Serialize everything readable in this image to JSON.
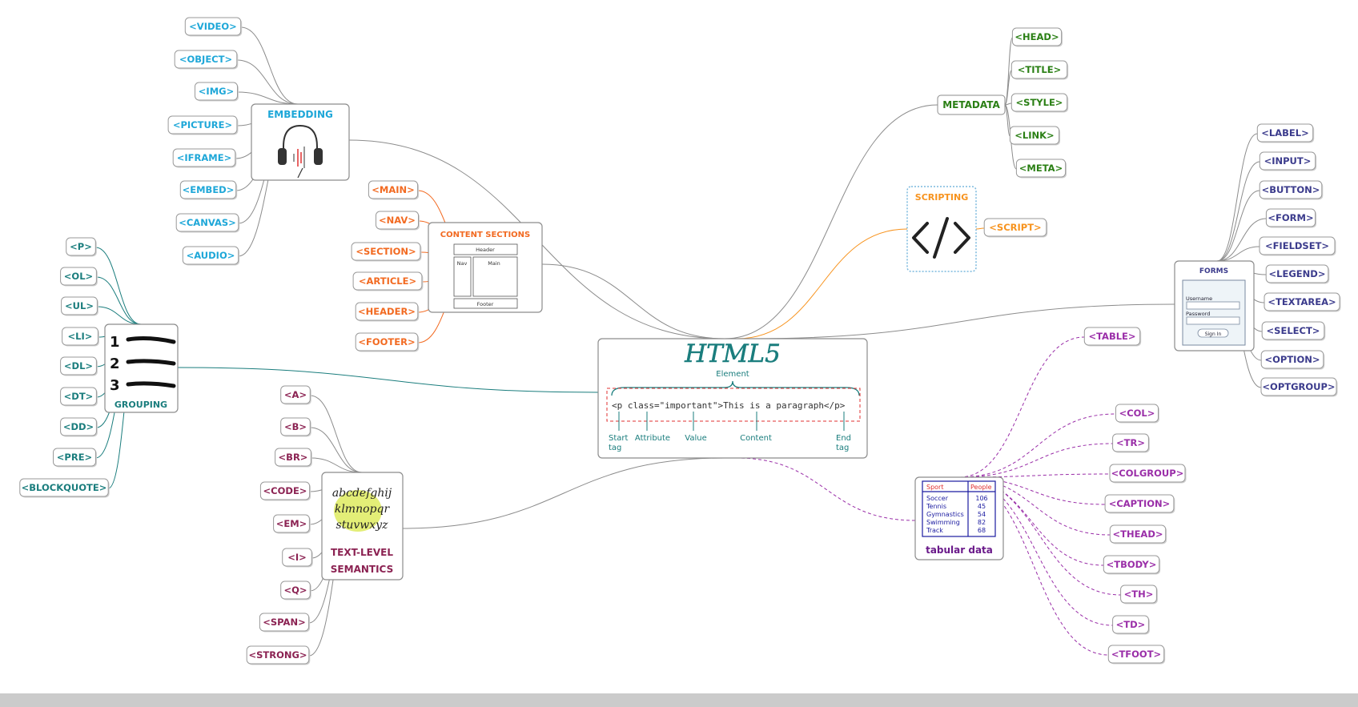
{
  "colors": {
    "embedding": "#1ea7d8",
    "metadata": "#2a7f14",
    "content": "#f26a21",
    "scripting": "#f7931e",
    "grouping": "#1a7d7d",
    "text_level": "#8b2252",
    "forms": "#3b3b8c",
    "tabular": "#9a2ea8",
    "html5": "#1a7d7d"
  },
  "center": {
    "title": "HTML5",
    "element_label": "Element",
    "code_parts": [
      "<p ",
      "class=",
      "\"important\"",
      ">This is a paragraph</p>"
    ],
    "annotations": [
      "Start tag",
      "Attribute",
      "Value",
      "Content",
      "End tag"
    ]
  },
  "embedding": {
    "title": "EMBEDDING",
    "icon": "headphones-icon",
    "leaves": [
      "<VIDEO>",
      "<OBJECT>",
      "<IMG>",
      "<PICTURE>",
      "<IFRAME>",
      "<EMBED>",
      "<CANVAS>",
      "<AUDIO>"
    ]
  },
  "metadata": {
    "title": "METADATA",
    "leaves": [
      "<HEAD>",
      "<TITLE>",
      "<STYLE>",
      "<LINK>",
      "<META>"
    ]
  },
  "content_sections": {
    "title": "CONTENT SECTIONS",
    "wireframe": [
      "Header",
      "Nav",
      "Main",
      "Footer"
    ],
    "leaves": [
      "<MAIN>",
      "<NAV>",
      "<SECTION>",
      "<ARTICLE>",
      "<HEADER>",
      "<FOOTER>"
    ]
  },
  "scripting": {
    "title": "SCRIPTING",
    "icon": "code-brackets-icon",
    "leaves": [
      "<SCRIPT>"
    ]
  },
  "grouping": {
    "title": "GROUPING",
    "icon": "numbered-list-icon",
    "list_numbers": [
      "1",
      "2",
      "3"
    ],
    "leaves": [
      "<P>",
      "<OL>",
      "<UL>",
      "<LI>",
      "<DL>",
      "<DT>",
      "<DD>",
      "<PRE>",
      "<BLOCKQUOTE>"
    ]
  },
  "text_level": {
    "title_line1": "TEXT-LEVEL",
    "title_line2": "SEMANTICS",
    "icon": "calligraphy-alphabet-icon",
    "alphabet_lines": [
      "abcdefghij",
      "klmnopqr",
      "stuvwxyz"
    ],
    "leaves": [
      "<A>",
      "<B>",
      "<BR>",
      "<CODE>",
      "<EM>",
      "<I>",
      "<Q>",
      "<SPAN>",
      "<STRONG>"
    ]
  },
  "forms": {
    "title": "FORMS",
    "login_labels": [
      "Username",
      "Password",
      "Sign In"
    ],
    "leaves": [
      "<LABEL>",
      "<INPUT>",
      "<BUTTON>",
      "<FORM>",
      "<FIELDSET>",
      "<LEGEND>",
      "<TEXTAREA>",
      "<SELECT>",
      "<OPTION>",
      "<OPTGROUP>"
    ]
  },
  "tabular": {
    "title": "tabular data",
    "table_headers": [
      "Sport",
      "People"
    ],
    "table_rows": [
      [
        "Soccer",
        "106"
      ],
      [
        "Tennis",
        "45"
      ],
      [
        "Gymnastics",
        "54"
      ],
      [
        "Swimming",
        "82"
      ],
      [
        "Track",
        "68"
      ]
    ],
    "leaves": [
      "<TABLE>",
      "<COL>",
      "<TR>",
      "<COLGROUP>",
      "<CAPTION>",
      "<THEAD>",
      "<TBODY>",
      "<TH>",
      "<TD>",
      "<TFOOT>"
    ]
  }
}
